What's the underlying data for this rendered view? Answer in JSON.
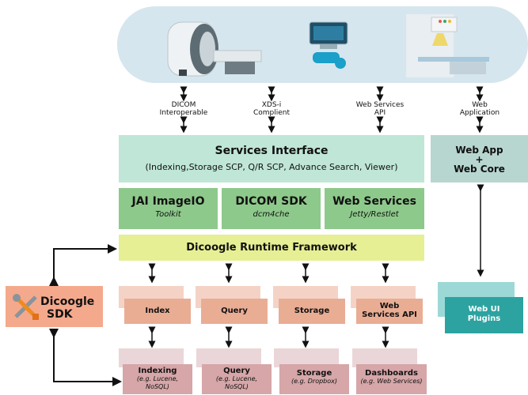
{
  "connectors": {
    "dicom": [
      "DICOM",
      "Interoperable"
    ],
    "xds": [
      "XDS-i",
      "Complient"
    ],
    "ws": [
      "Web Services",
      "API"
    ],
    "web": [
      "Web",
      "Application"
    ]
  },
  "services_interface": {
    "title": "Services Interface",
    "subtitle": "(Indexing,Storage SCP, Q/R SCP, Advance Search, Viewer)"
  },
  "web_app": {
    "line1": "Web App",
    "plus": "+",
    "line2": "Web Core"
  },
  "libraries": [
    {
      "title": "JAI ImageIO",
      "subtitle": "Toolkit"
    },
    {
      "title": "DICOM SDK",
      "subtitle": "dcm4che"
    },
    {
      "title": "Web Services",
      "subtitle": "Jetty/Restlet"
    }
  ],
  "runtime": {
    "title": "Dicoogle Runtime Framework"
  },
  "sdk": {
    "line1": "Dicoogle",
    "line2": "SDK"
  },
  "plugin_types": [
    "Index",
    "Query",
    "Storage",
    "Web Services API"
  ],
  "plugins": [
    {
      "name": "Indexing",
      "example": "(e.g. Lucene, NoSQL)"
    },
    {
      "name": "Query",
      "example": "(e.g. Lucene, NoSQL)"
    },
    {
      "name": "Storage",
      "example": "(e.g. Dropbox)"
    },
    {
      "name": "Dashboards",
      "example": "(e.g. Web Services)"
    }
  ],
  "web_ui_plugins": {
    "line1": "Web UI",
    "line2": "Plugins"
  }
}
